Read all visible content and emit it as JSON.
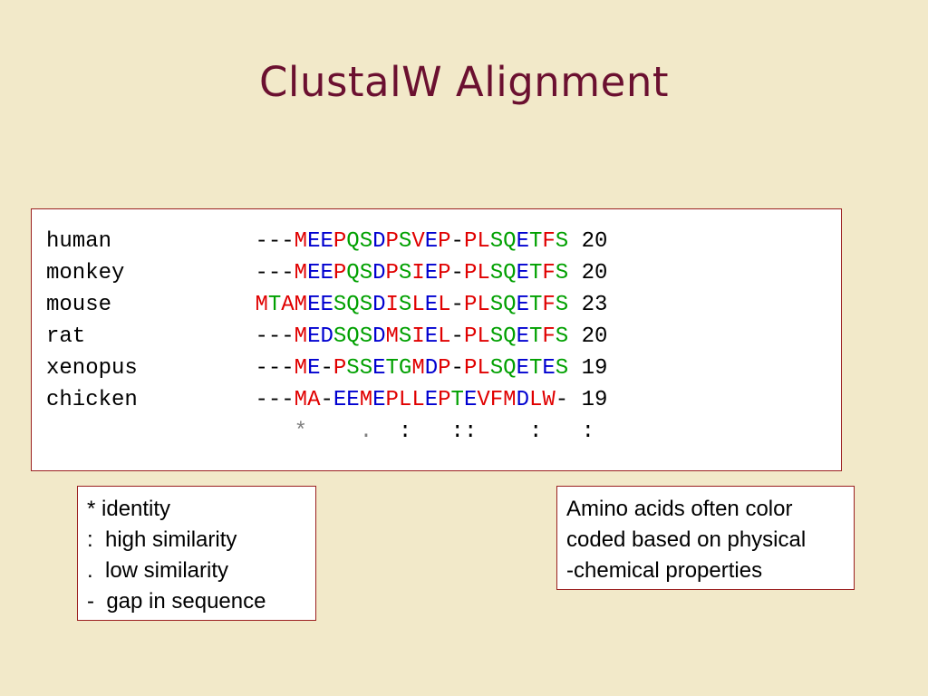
{
  "slide": {
    "title": "ClustalW Alignment"
  },
  "colors": {
    "background": "#f2e9c9",
    "title": "#6b1030",
    "box_border": "#9b2020",
    "residue_red": "#e00000",
    "residue_blue": "#0000d0",
    "residue_green": "#00a000",
    "conservation_gray": "#808080"
  },
  "alignment": {
    "rows": [
      {
        "name": "human",
        "gaps_prefix": "---",
        "sequence": "MEEPQSDPSVEP-PLSQETFS",
        "position": "20"
      },
      {
        "name": "monkey",
        "gaps_prefix": "---",
        "sequence": "MEEPQSDPSIEP-PLSQETFS",
        "position": "20"
      },
      {
        "name": "mouse",
        "gaps_prefix": "",
        "sequence": "MTAMEESQSDISLEL-PLSQETFS",
        "position": "23"
      },
      {
        "name": "rat",
        "gaps_prefix": "---",
        "sequence": "MEDSQSDMSIEL-PLSQETFS",
        "position": "20"
      },
      {
        "name": "xenopus",
        "gaps_prefix": "---",
        "sequence": "ME-PSSETGMDP-PLSQETES",
        "position": "19"
      },
      {
        "name": "chicken",
        "gaps_prefix": "---",
        "sequence": "MA-EEMEPLLEPTEVFMDLW-",
        "position": "19"
      }
    ],
    "conservation_line": "   *    .  :   ::    :   :"
  },
  "legend": {
    "lines": [
      "* identity",
      ":  high similarity",
      ".  low similarity",
      "-  gap in sequence"
    ]
  },
  "note": {
    "lines": [
      "Amino acids often color",
      "coded based on physical",
      "-chemical properties"
    ]
  }
}
